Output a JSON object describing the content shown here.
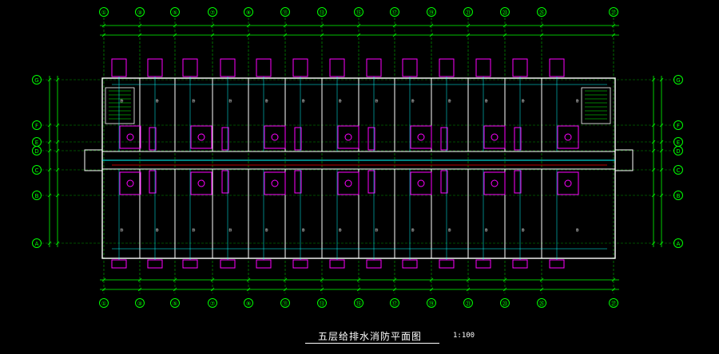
{
  "drawing": {
    "title": "五层给排水消防平面图",
    "scale": "1:100"
  },
  "column_labels_top": [
    "①",
    "③",
    "⑤",
    "⑦",
    "⑨",
    "⑪",
    "⑬",
    "⑮",
    "⑰",
    "⑲",
    "㉑",
    "㉓",
    "㉕",
    "㉗"
  ],
  "column_labels_bottom": [
    "①",
    "③",
    "⑤",
    "⑦",
    "⑨",
    "⑪",
    "⑬",
    "⑮",
    "⑰",
    "⑲",
    "㉑",
    "㉓",
    "㉕",
    "㉗"
  ],
  "row_labels": [
    "G",
    "F",
    "E",
    "D",
    "C",
    "B",
    "A"
  ],
  "colors": {
    "background": "#000000",
    "grid": "#00ff00",
    "walls": "#ffffff",
    "fixtures": "#ff00ff",
    "pipes": "#00ffff",
    "accent_red": "#ff0000",
    "text": "#ffffff"
  }
}
